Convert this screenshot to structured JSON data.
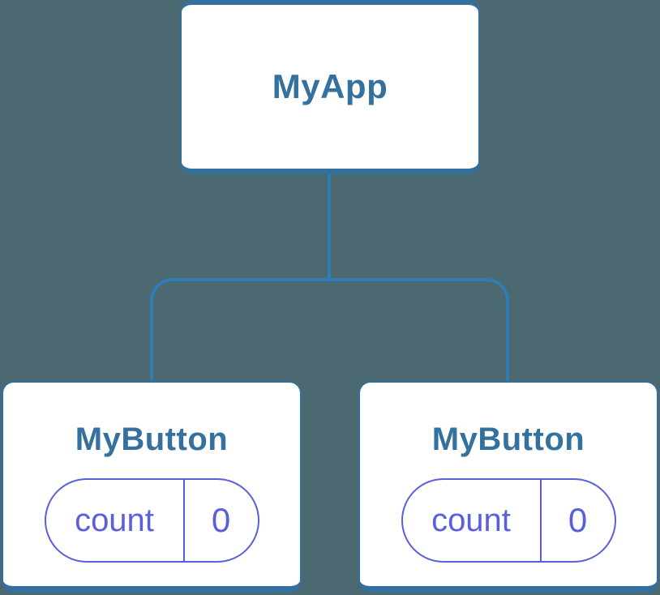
{
  "diagram": {
    "root": {
      "label": "MyApp"
    },
    "children": [
      {
        "label": "MyButton",
        "state_pill": {
          "key": "count",
          "value": "0"
        }
      },
      {
        "label": "MyButton",
        "state_pill": {
          "key": "count",
          "value": "0"
        }
      }
    ]
  },
  "colors": {
    "background": "#4c6971",
    "node_fill": "#ffffff",
    "node_border": "#33709d",
    "node_text": "#35719e",
    "connector": "#2e7db6",
    "state_accent": "#5a5fdb"
  }
}
